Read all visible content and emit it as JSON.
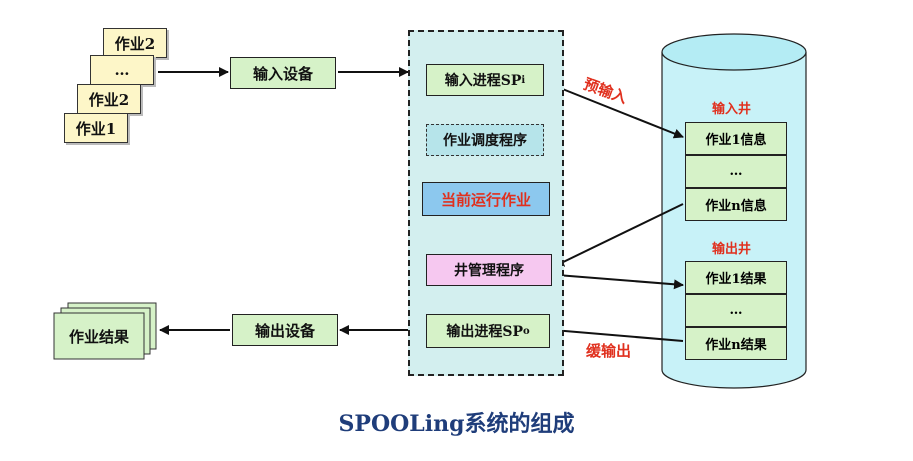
{
  "input_jobs": [
    "作业2",
    "…",
    "作业2",
    "作业1"
  ],
  "input_device": "输入设备",
  "output_device": "输出设备",
  "output_result": "作业结果",
  "spooling": {
    "sp_input": "输入进程SP",
    "sp_input_sub": "i",
    "scheduler": "作业调度程序",
    "current_job": "当前运行作业",
    "well_manager": "井管理程序",
    "sp_output": "输出进程SP",
    "sp_output_sub": "o"
  },
  "labels": {
    "pre_input": "预输入",
    "buffered_output": "缓输出"
  },
  "input_well": {
    "title": "输入井",
    "rows": [
      "作业1信息",
      "…",
      "作业n信息"
    ]
  },
  "output_well": {
    "title": "输出井",
    "rows": [
      "作业1结果",
      "…",
      "作业n结果"
    ]
  },
  "caption": "SPOOLing系统的组成",
  "colors": {
    "light_green": "#d6f2c8",
    "light_yellow": "#fdf6c8",
    "cylinder": "#c8f2f8",
    "dashed_panel": "#d3efef",
    "current_job_fill": "#8cc8ee",
    "current_job_text": "#e0301e",
    "well_manager_fill": "#f6c8f0",
    "arrow_teal": "#1c7d74",
    "caption": "#1f3d7a"
  }
}
